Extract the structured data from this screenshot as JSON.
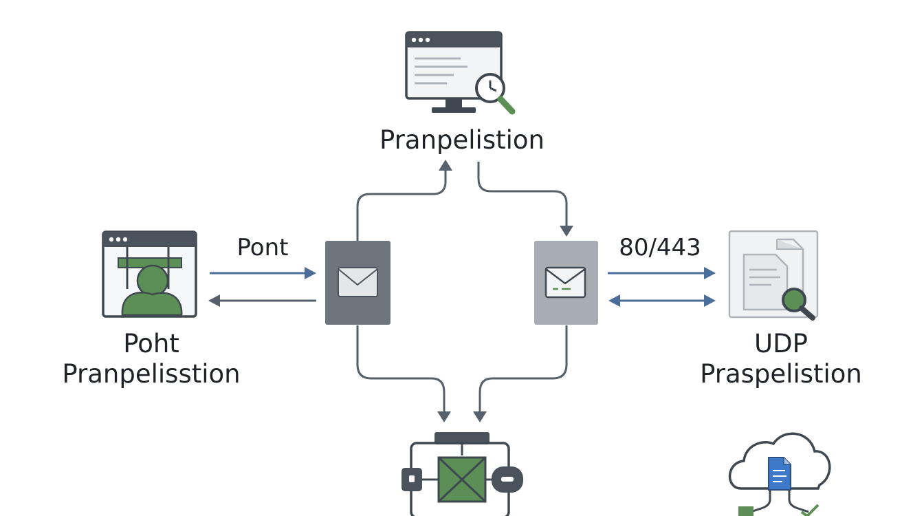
{
  "diagram": {
    "title": "",
    "nodes": {
      "top": {
        "label": "Pranpelistion",
        "icon": "monitor-search-icon"
      },
      "left": {
        "label_line1": "Poht",
        "label_line2": "Pranpelisstion",
        "icon": "browser-user-icon"
      },
      "right": {
        "label_line1": "UDP",
        "label_line2": "Praspelistion",
        "icon": "document-search-icon"
      },
      "hub_left": {
        "icon": "envelope-icon"
      },
      "hub_right": {
        "icon": "envelope-icon"
      },
      "bottom": {
        "icon": "network-envelope-icon"
      },
      "bottom_right": {
        "icon": "cloud-document-icon"
      }
    },
    "edges": {
      "left_label": "Pont",
      "right_label": "80/443"
    },
    "colors": {
      "line": "#56606a",
      "arrow_blue": "#4b6d9a",
      "green": "#5b8f55",
      "hub_dark": "#6e757d",
      "hub_light": "#a7adb3"
    }
  }
}
